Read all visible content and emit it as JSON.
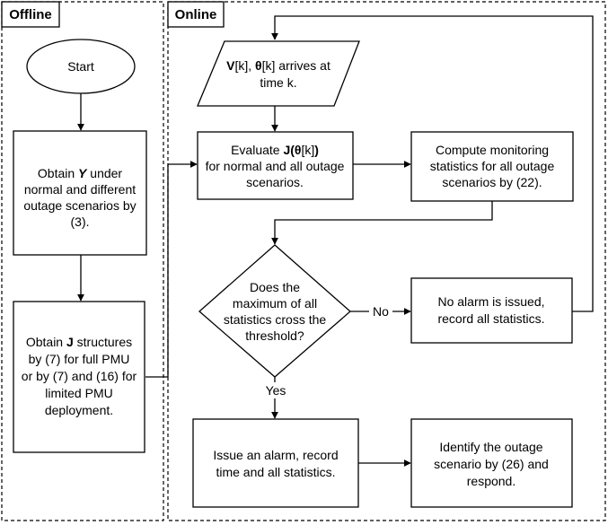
{
  "panels": {
    "offline": "Offline",
    "online": "Online"
  },
  "nodes": {
    "start": "Start",
    "obtain_y": [
      "Obtain ",
      "Y",
      " under",
      "normal and different",
      "outage scenarios by",
      "(3)."
    ],
    "obtain_j": [
      "Obtain ",
      "J",
      " structures",
      "by (7) for full PMU",
      "or by (7) and (16) for",
      "limited PMU",
      "deployment."
    ],
    "input": [
      "V",
      "[k], ",
      "θ",
      "[k] arrives at",
      "time k."
    ],
    "evaluate": [
      "Evaluate ",
      "J(θ",
      "[k]",
      ")",
      "for normal and all outage",
      "scenarios."
    ],
    "compute": [
      "Compute monitoring",
      "statistics for all outage",
      "scenarios by (22)."
    ],
    "decision": [
      "Does the",
      "maximum of all",
      "statistics cross the",
      "threshold?"
    ],
    "no_alarm": [
      "No alarm is issued,",
      "record all statistics."
    ],
    "alarm": [
      "Issue an alarm, record",
      "time and all statistics."
    ],
    "identify": [
      "Identify the outage",
      "scenario by (26) and",
      "respond."
    ]
  },
  "edges": {
    "no": "No",
    "yes": "Yes"
  }
}
